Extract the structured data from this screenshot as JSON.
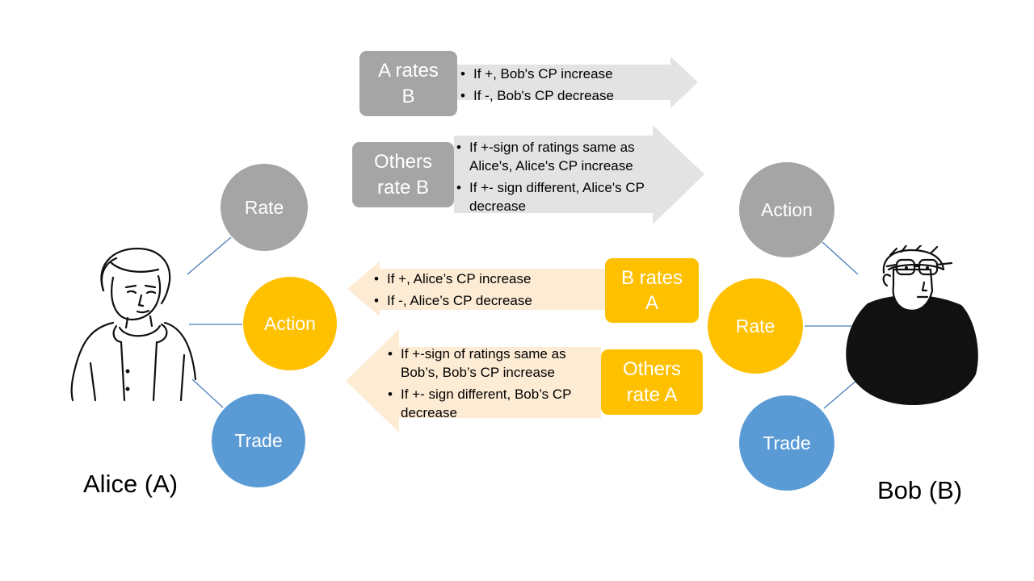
{
  "alice": {
    "label": "Alice (A)",
    "circles": {
      "rate": "Rate",
      "action": "Action",
      "trade": "Trade"
    }
  },
  "bob": {
    "label": "Bob (B)",
    "circles": {
      "action": "Action",
      "rate": "Rate",
      "trade": "Trade"
    }
  },
  "flows": [
    {
      "box_label": "A rates B",
      "bullets": [
        "If +, Bob's CP increase",
        "If -, Bob's CP decrease"
      ]
    },
    {
      "box_label": "Others rate B",
      "bullets": [
        "If +-sign of ratings same as Alice's, Alice's CP increase",
        "If +- sign different,  Alice's CP decrease"
      ]
    },
    {
      "box_label": "B rates A",
      "bullets": [
        "If +, Alice’s CP increase",
        "If -, Alice’s CP decrease"
      ]
    },
    {
      "box_label": "Others rate A",
      "bullets": [
        "If +-sign of ratings same as Bob’s, Bob’s CP increase",
        "If +- sign different,  Bob’s CP decrease"
      ]
    }
  ],
  "colors": {
    "gray": "#a5a5a5",
    "gold": "#ffc000",
    "blue": "#5b9bd5",
    "light_gray_arrow": "#e3e3e3",
    "light_peach_arrow": "#fdebd4"
  }
}
